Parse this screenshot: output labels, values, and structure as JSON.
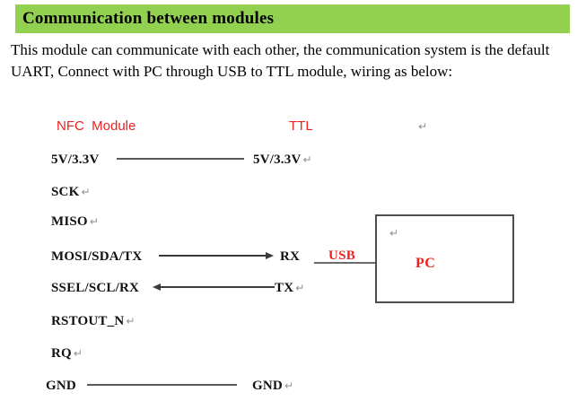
{
  "header": {
    "title": "Communication between modules"
  },
  "intro": {
    "text": "This module can communicate with each other, the communication system is the default UART, Connect with PC through USB to TTL module, wiring as below:"
  },
  "diagram": {
    "left_column_label": "NFC  Module",
    "right_column_label": "TTL",
    "pins": [
      {
        "left": "5V/3.3V",
        "right": "5V/3.3V",
        "connection": "line"
      },
      {
        "left": "SCK",
        "right": "",
        "connection": "none"
      },
      {
        "left": "MISO",
        "right": "",
        "connection": "none"
      },
      {
        "left": "MOSI/SDA/TX",
        "right": "RX",
        "connection": "arrow-right"
      },
      {
        "left": "SSEL/SCL/RX",
        "right": "TX",
        "connection": "arrow-left"
      },
      {
        "left": "RSTOUT_N",
        "right": "",
        "connection": "none"
      },
      {
        "left": "RQ",
        "right": "",
        "connection": "none"
      },
      {
        "left": "GND",
        "right": "GND",
        "connection": "line"
      }
    ],
    "usb_label": "USB",
    "pc_label": "PC"
  },
  "glyphs": {
    "return_mark": "↵"
  },
  "colors": {
    "header_green": "#92D050",
    "accent_red": "#ee2020",
    "wire_gray": "#595959",
    "arrow_dark": "#3a3a3a",
    "pc_box_border": "#4d4d4d",
    "return_mark_gray": "#8f8f8f"
  }
}
